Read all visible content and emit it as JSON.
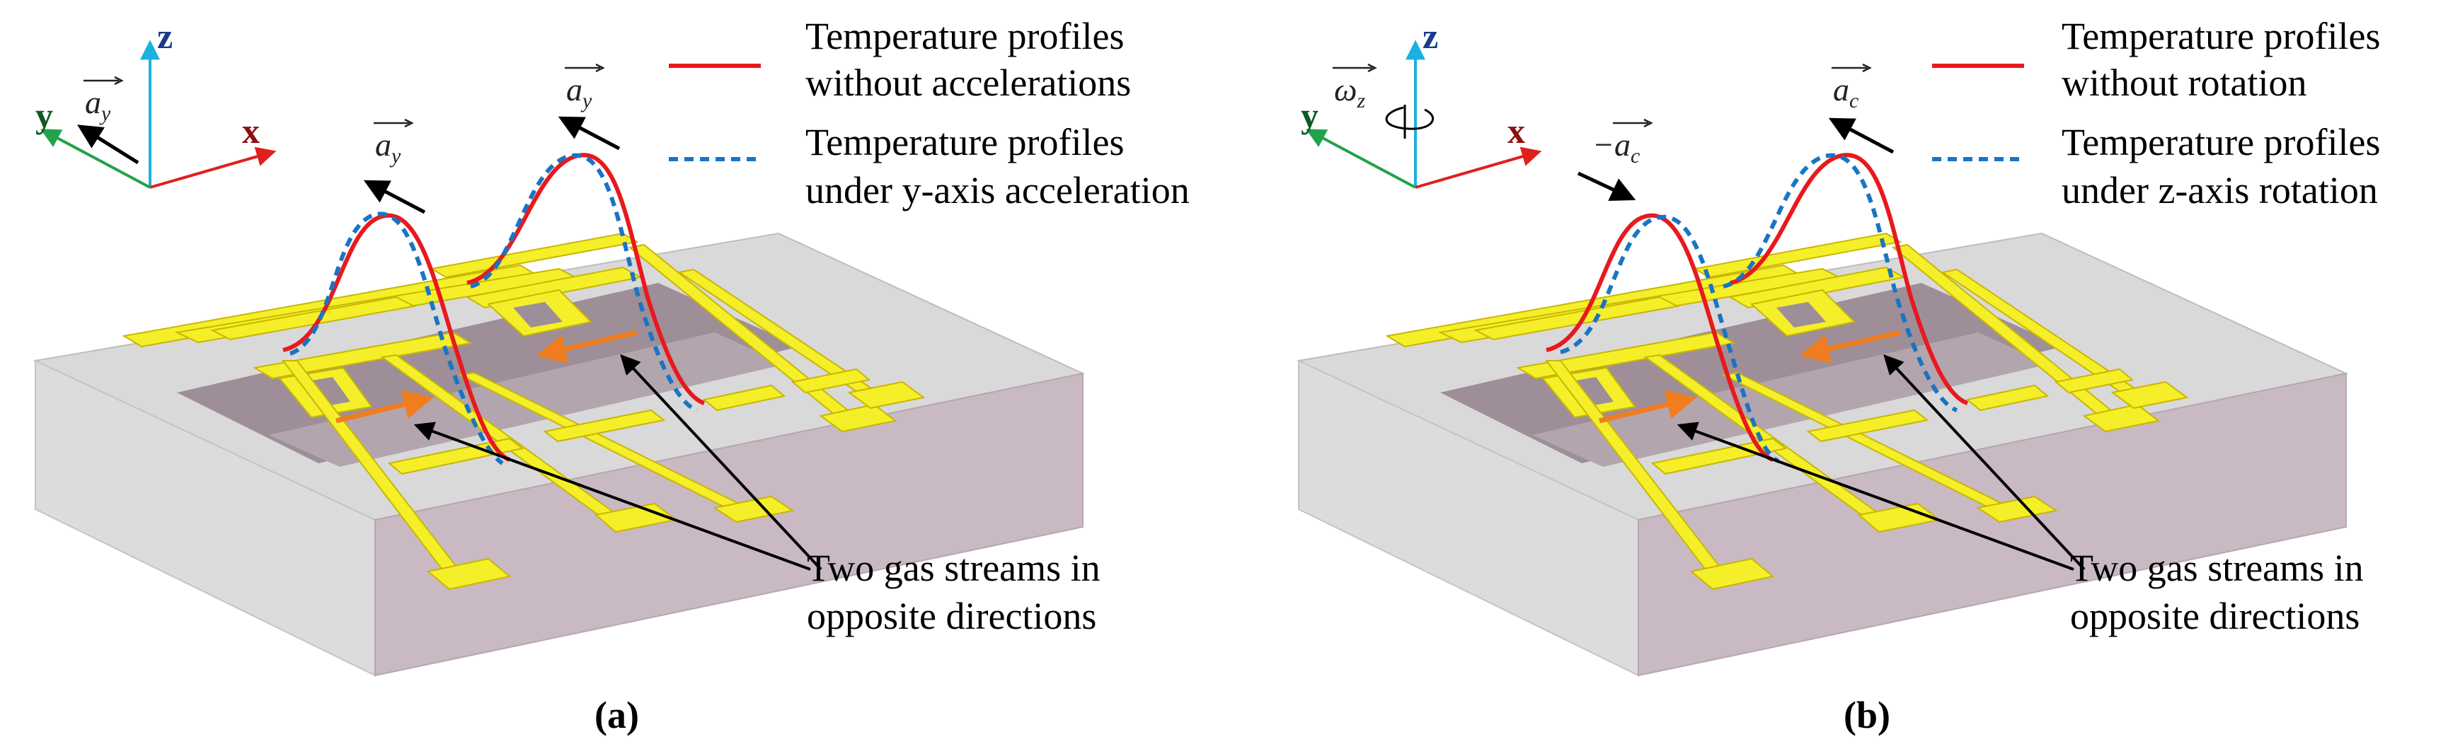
{
  "panels": [
    {
      "id": "a",
      "caption": "(a)",
      "axes": {
        "x": "x",
        "y": "y",
        "z": "z"
      },
      "axis_vector": {
        "symbol": "a",
        "sub": "y",
        "sign": ""
      },
      "vector_labels": [
        {
          "symbol": "a",
          "sub": "y",
          "sign": ""
        },
        {
          "symbol": "a",
          "sub": "y",
          "sign": ""
        }
      ],
      "legend": {
        "solid_line_1": "Temperature profiles",
        "solid_line_2": "without accelerations",
        "dashed_line_1": "Temperature profiles",
        "dashed_line_2": "under y-axis acceleration"
      },
      "annotation_1": "Two gas streams in",
      "annotation_2": "opposite directions"
    },
    {
      "id": "b",
      "caption": "(b)",
      "axes": {
        "x": "x",
        "y": "y",
        "z": "z"
      },
      "axis_vector": {
        "symbol": "ω",
        "sub": "z",
        "sign": ""
      },
      "vector_labels": [
        {
          "symbol": "a",
          "sub": "c",
          "sign": "−"
        },
        {
          "symbol": "a",
          "sub": "c",
          "sign": ""
        }
      ],
      "legend": {
        "solid_line_1": "Temperature profiles",
        "solid_line_2": "without rotation",
        "dashed_line_1": "Temperature profiles",
        "dashed_line_2": "under z-axis rotation"
      },
      "annotation_1": "Two gas streams in",
      "annotation_2": "opposite directions"
    }
  ],
  "colors": {
    "solid_profile": "#e8191e",
    "dashed_profile": "#1a74c4",
    "heater_gold": "#f5ef2a",
    "gas_stream": "#f07d1e",
    "axis_x": "#e0201d",
    "axis_y": "#22a24a",
    "axis_z": "#1ab0e0",
    "substrate_top": "#d9d9d9",
    "substrate_side": "#c9b9c3",
    "cavity": "#9e8e98"
  }
}
